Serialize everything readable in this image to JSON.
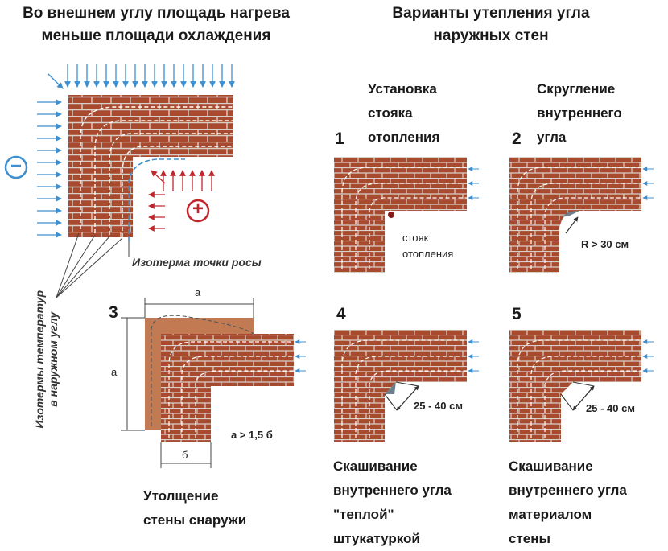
{
  "left_title": [
    "Во внешнем углу площадь нагрева",
    "меньше площади охлаждения"
  ],
  "right_title": [
    "Варианты утепления угла",
    "наружных стен"
  ],
  "minus_symbol": "−",
  "plus_symbol": "+",
  "dew_isotherm": "Изотерма точки росы",
  "isotherms_label": [
    "Изотермы температур",
    "в наружном углу"
  ],
  "variants": [
    {
      "num": "1",
      "caption": [
        "Установка",
        "стояка",
        "отопления"
      ],
      "note": [
        "стояк",
        "отопления"
      ]
    },
    {
      "num": "2",
      "caption": [
        "Скругление",
        "внутреннего",
        "угла"
      ],
      "note": [
        "R > 30 см"
      ]
    },
    {
      "num": "3",
      "caption": [
        "Утолщение",
        "стены снаружи"
      ],
      "dim_a": "а",
      "dim_b": "б",
      "cond": "а > 1,5 б"
    },
    {
      "num": "4",
      "caption": [
        "Скашивание",
        "внутреннего угла",
        "\"теплой\"",
        "штукатуркой"
      ],
      "note": [
        "25 - 40 см"
      ]
    },
    {
      "num": "5",
      "caption": [
        "Скашивание",
        "внутреннего угла",
        "материалом",
        "стены"
      ],
      "note": [
        "25 - 40 см"
      ]
    }
  ],
  "colors": {
    "brick": "#a84a2e",
    "mortar": "#c9c4bf",
    "arrow_cold": "#3d8fd0",
    "arrow_warm": "#c0272d",
    "stucco": "#7a8a99",
    "thick_layer": "#c27a52"
  }
}
